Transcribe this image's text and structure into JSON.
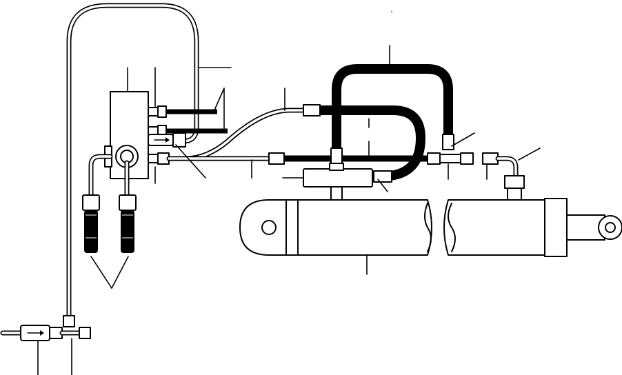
{
  "figure": {
    "type": "hydraulic line routing diagram",
    "labels": [],
    "components": [
      "valve-block",
      "swivel-elbow",
      "inlet-hoses",
      "steel-tube-loop",
      "hose-loop-upper",
      "hose-loop-lower",
      "tee-block",
      "check-valve",
      "cylinder",
      "cylinder-tube",
      "cylinder-rod-end"
    ]
  }
}
